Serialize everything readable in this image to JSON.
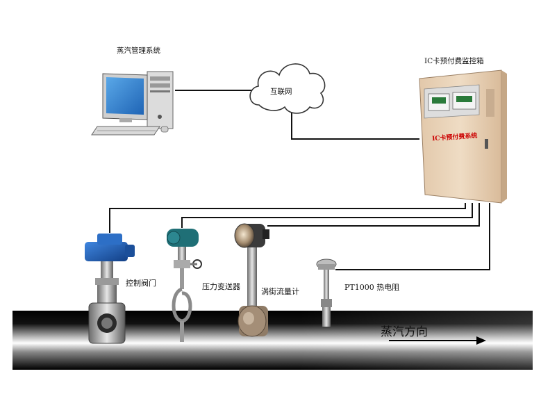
{
  "labels": {
    "management_system": "蒸汽管理系统",
    "internet": "互联网",
    "cabinet_title": "IC卡预付费监控箱",
    "cabinet_panel": "IC卡预付费系统",
    "control_valve": "控制阀门",
    "pressure_transmitter": "压力变送器",
    "vortex_flowmeter": "涡街流量计",
    "thermal_resistor": "PT1000 热电阻",
    "steam_direction": "蒸汽方向"
  },
  "colors": {
    "valve_blue": "#1e5fb8",
    "transmitter_teal": "#1f6f76",
    "cabinet_body": "#e9d3b8",
    "panel_text": "#cc0000",
    "pipe_dark": "#000000"
  },
  "icons": {
    "computer": "desktop-computer-icon",
    "cloud": "cloud-icon",
    "cabinet": "control-cabinet-icon",
    "valve": "electric-valve-icon",
    "transmitter": "pressure-transmitter-icon",
    "flowmeter": "vortex-flowmeter-icon",
    "sensor": "temperature-sensor-icon",
    "arrow": "arrow-right-icon"
  }
}
